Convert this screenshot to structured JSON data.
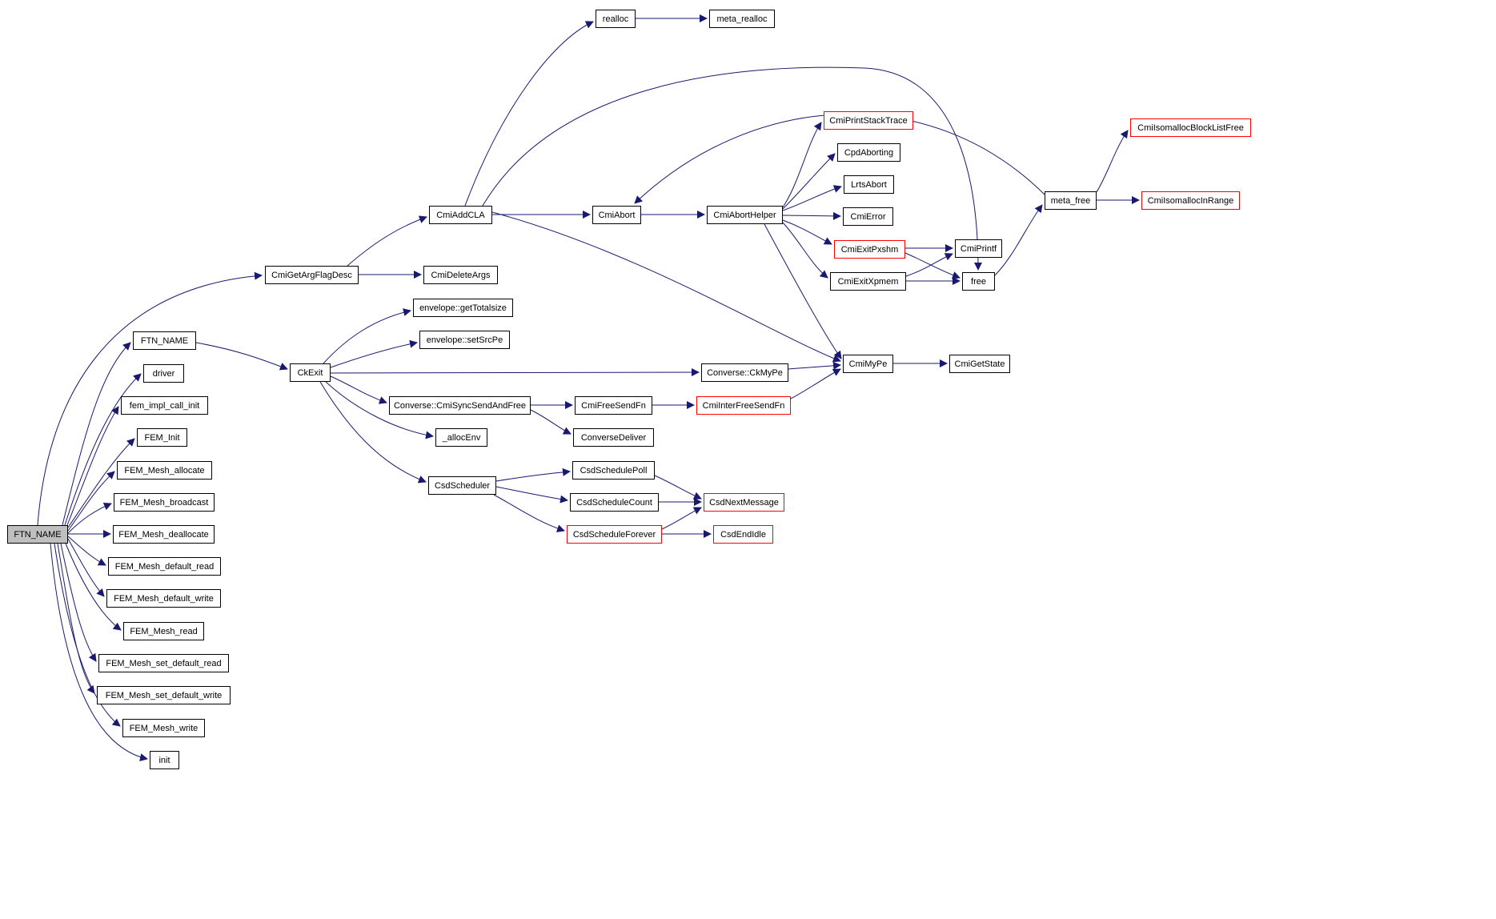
{
  "diagram": {
    "type": "doxygen-call-graph",
    "colors": {
      "edge": "#191970",
      "node_border": "#000000",
      "truncated_node_border": "#ff0000",
      "highlight_node_fill": "#bfbfbf",
      "background": "#ffffff"
    }
  },
  "nodes": [
    {
      "id": "ftn-name-main",
      "label": "FTN_NAME",
      "style": "highlight"
    },
    {
      "id": "cmi-get-arg-flag-desc",
      "label": "CmiGetArgFlagDesc",
      "style": "normal"
    },
    {
      "id": "cmi-delete-args",
      "label": "CmiDeleteArgs",
      "style": "normal"
    },
    {
      "id": "cmi-add-cla",
      "label": "CmiAddCLA",
      "style": "normal"
    },
    {
      "id": "realloc",
      "label": "realloc",
      "style": "normal"
    },
    {
      "id": "meta-realloc",
      "label": "meta_realloc",
      "style": "normal"
    },
    {
      "id": "cmi-abort",
      "label": "CmiAbort",
      "style": "normal"
    },
    {
      "id": "cmi-abort-helper",
      "label": "CmiAbortHelper",
      "style": "normal"
    },
    {
      "id": "cmi-print-stack-trace",
      "label": "CmiPrintStackTrace",
      "style": "truncated"
    },
    {
      "id": "cpd-aborting",
      "label": "CpdAborting",
      "style": "normal"
    },
    {
      "id": "lrts-abort",
      "label": "LrtsAbort",
      "style": "normal"
    },
    {
      "id": "cmi-error",
      "label": "CmiError",
      "style": "normal"
    },
    {
      "id": "cmi-exit-pxshm",
      "label": "CmiExitPxshm",
      "style": "truncated"
    },
    {
      "id": "cmi-exit-xpmem",
      "label": "CmiExitXpmem",
      "style": "normal"
    },
    {
      "id": "cmi-printf",
      "label": "CmiPrintf",
      "style": "normal"
    },
    {
      "id": "free",
      "label": "free",
      "style": "normal"
    },
    {
      "id": "meta-free",
      "label": "meta_free",
      "style": "normal"
    },
    {
      "id": "cmi-isomalloc-block-list-free",
      "label": "CmiIsomallocBlockListFree",
      "style": "truncated"
    },
    {
      "id": "cmi-isomalloc-in-range",
      "label": "CmiIsomallocInRange",
      "style": "truncated"
    },
    {
      "id": "ftn-name-2",
      "label": "FTN_NAME",
      "style": "normal"
    },
    {
      "id": "ck-exit",
      "label": "CkExit",
      "style": "normal"
    },
    {
      "id": "envelope-get-totalsize",
      "label": "envelope::getTotalsize",
      "style": "normal"
    },
    {
      "id": "envelope-set-src-pe",
      "label": "envelope::setSrcPe",
      "style": "normal"
    },
    {
      "id": "converse-ck-my-pe",
      "label": "Converse::CkMyPe",
      "style": "normal"
    },
    {
      "id": "cmi-my-pe",
      "label": "CmiMyPe",
      "style": "normal"
    },
    {
      "id": "cmi-get-state",
      "label": "CmiGetState",
      "style": "normal"
    },
    {
      "id": "converse-cmi-sync-send-and-free",
      "label": "Converse::CmiSyncSendAndFree",
      "style": "normal"
    },
    {
      "id": "cmi-free-send-fn",
      "label": "CmiFreeSendFn",
      "style": "normal"
    },
    {
      "id": "cmi-inter-free-send-fn",
      "label": "CmiInterFreeSendFn",
      "style": "truncated"
    },
    {
      "id": "converse-deliver",
      "label": "ConverseDeliver",
      "style": "normal"
    },
    {
      "id": "alloc-env",
      "label": "_allocEnv",
      "style": "normal"
    },
    {
      "id": "csd-scheduler",
      "label": "CsdScheduler",
      "style": "normal"
    },
    {
      "id": "csd-schedule-poll",
      "label": "CsdSchedulePoll",
      "style": "normal"
    },
    {
      "id": "csd-schedule-count",
      "label": "CsdScheduleCount",
      "style": "normal"
    },
    {
      "id": "csd-next-message",
      "label": "CsdNextMessage",
      "style": "truncated"
    },
    {
      "id": "csd-schedule-forever",
      "label": "CsdScheduleForever",
      "style": "truncated"
    },
    {
      "id": "csd-end-idle",
      "label": "CsdEndIdle",
      "style": "truncated"
    },
    {
      "id": "driver",
      "label": "driver",
      "style": "normal"
    },
    {
      "id": "fem-impl-call-init",
      "label": "fem_impl_call_init",
      "style": "normal"
    },
    {
      "id": "fem-init",
      "label": "FEM_Init",
      "style": "normal"
    },
    {
      "id": "fem-mesh-allocate",
      "label": "FEM_Mesh_allocate",
      "style": "normal"
    },
    {
      "id": "fem-mesh-broadcast",
      "label": "FEM_Mesh_broadcast",
      "style": "normal"
    },
    {
      "id": "fem-mesh-deallocate",
      "label": "FEM_Mesh_deallocate",
      "style": "normal"
    },
    {
      "id": "fem-mesh-default-read",
      "label": "FEM_Mesh_default_read",
      "style": "normal"
    },
    {
      "id": "fem-mesh-default-write",
      "label": "FEM_Mesh_default_write",
      "style": "normal"
    },
    {
      "id": "fem-mesh-read",
      "label": "FEM_Mesh_read",
      "style": "normal"
    },
    {
      "id": "fem-mesh-set-default-read",
      "label": "FEM_Mesh_set_default_read",
      "style": "normal"
    },
    {
      "id": "fem-mesh-set-default-write",
      "label": "FEM_Mesh_set_default_write",
      "style": "normal"
    },
    {
      "id": "fem-mesh-write",
      "label": "FEM_Mesh_write",
      "style": "normal"
    },
    {
      "id": "init",
      "label": "init",
      "style": "normal"
    }
  ],
  "edges": [
    {
      "from": "ftn-name-main",
      "to": "cmi-get-arg-flag-desc"
    },
    {
      "from": "ftn-name-main",
      "to": "ftn-name-2"
    },
    {
      "from": "ftn-name-main",
      "to": "driver"
    },
    {
      "from": "ftn-name-main",
      "to": "fem-impl-call-init"
    },
    {
      "from": "ftn-name-main",
      "to": "fem-init"
    },
    {
      "from": "ftn-name-main",
      "to": "fem-mesh-allocate"
    },
    {
      "from": "ftn-name-main",
      "to": "fem-mesh-broadcast"
    },
    {
      "from": "ftn-name-main",
      "to": "fem-mesh-deallocate"
    },
    {
      "from": "ftn-name-main",
      "to": "fem-mesh-default-read"
    },
    {
      "from": "ftn-name-main",
      "to": "fem-mesh-default-write"
    },
    {
      "from": "ftn-name-main",
      "to": "fem-mesh-read"
    },
    {
      "from": "ftn-name-main",
      "to": "fem-mesh-set-default-read"
    },
    {
      "from": "ftn-name-main",
      "to": "fem-mesh-set-default-write"
    },
    {
      "from": "ftn-name-main",
      "to": "fem-mesh-write"
    },
    {
      "from": "ftn-name-main",
      "to": "init"
    },
    {
      "from": "cmi-get-arg-flag-desc",
      "to": "cmi-delete-args"
    },
    {
      "from": "cmi-get-arg-flag-desc",
      "to": "cmi-add-cla"
    },
    {
      "from": "ftn-name-2",
      "to": "ck-exit"
    },
    {
      "from": "cmi-add-cla",
      "to": "realloc"
    },
    {
      "from": "realloc",
      "to": "meta-realloc"
    },
    {
      "from": "cmi-add-cla",
      "to": "cmi-abort"
    },
    {
      "from": "cmi-abort",
      "to": "cmi-abort-helper"
    },
    {
      "from": "cmi-add-cla",
      "to": "cmi-my-pe"
    },
    {
      "from": "cmi-add-cla",
      "to": "free"
    },
    {
      "from": "cmi-abort-helper",
      "to": "cmi-print-stack-trace"
    },
    {
      "from": "cmi-abort-helper",
      "to": "cpd-aborting"
    },
    {
      "from": "cmi-abort-helper",
      "to": "lrts-abort"
    },
    {
      "from": "cmi-abort-helper",
      "to": "cmi-error"
    },
    {
      "from": "cmi-abort-helper",
      "to": "cmi-exit-pxshm"
    },
    {
      "from": "cmi-abort-helper",
      "to": "cmi-exit-xpmem"
    },
    {
      "from": "cmi-abort-helper",
      "to": "cmi-my-pe"
    },
    {
      "from": "cmi-exit-pxshm",
      "to": "cmi-printf"
    },
    {
      "from": "cmi-exit-pxshm",
      "to": "free"
    },
    {
      "from": "cmi-exit-xpmem",
      "to": "cmi-printf"
    },
    {
      "from": "cmi-exit-xpmem",
      "to": "free"
    },
    {
      "from": "free",
      "to": "meta-free"
    },
    {
      "from": "meta-free",
      "to": "cmi-isomalloc-block-list-free"
    },
    {
      "from": "meta-free",
      "to": "cmi-isomalloc-in-range"
    },
    {
      "from": "meta-free",
      "to": "cmi-abort"
    },
    {
      "from": "ck-exit",
      "to": "envelope-get-totalsize"
    },
    {
      "from": "ck-exit",
      "to": "envelope-set-src-pe"
    },
    {
      "from": "ck-exit",
      "to": "converse-ck-my-pe"
    },
    {
      "from": "ck-exit",
      "to": "converse-cmi-sync-send-and-free"
    },
    {
      "from": "ck-exit",
      "to": "alloc-env"
    },
    {
      "from": "ck-exit",
      "to": "csd-scheduler"
    },
    {
      "from": "converse-ck-my-pe",
      "to": "cmi-my-pe"
    },
    {
      "from": "cmi-my-pe",
      "to": "cmi-get-state"
    },
    {
      "from": "converse-cmi-sync-send-and-free",
      "to": "cmi-free-send-fn"
    },
    {
      "from": "converse-cmi-sync-send-and-free",
      "to": "converse-deliver"
    },
    {
      "from": "cmi-free-send-fn",
      "to": "cmi-inter-free-send-fn"
    },
    {
      "from": "cmi-inter-free-send-fn",
      "to": "cmi-my-pe"
    },
    {
      "from": "csd-scheduler",
      "to": "csd-schedule-poll"
    },
    {
      "from": "csd-scheduler",
      "to": "csd-schedule-count"
    },
    {
      "from": "csd-scheduler",
      "to": "csd-schedule-forever"
    },
    {
      "from": "csd-schedule-poll",
      "to": "csd-next-message"
    },
    {
      "from": "csd-schedule-count",
      "to": "csd-next-message"
    },
    {
      "from": "csd-schedule-forever",
      "to": "csd-next-message"
    },
    {
      "from": "csd-schedule-forever",
      "to": "csd-end-idle"
    }
  ]
}
